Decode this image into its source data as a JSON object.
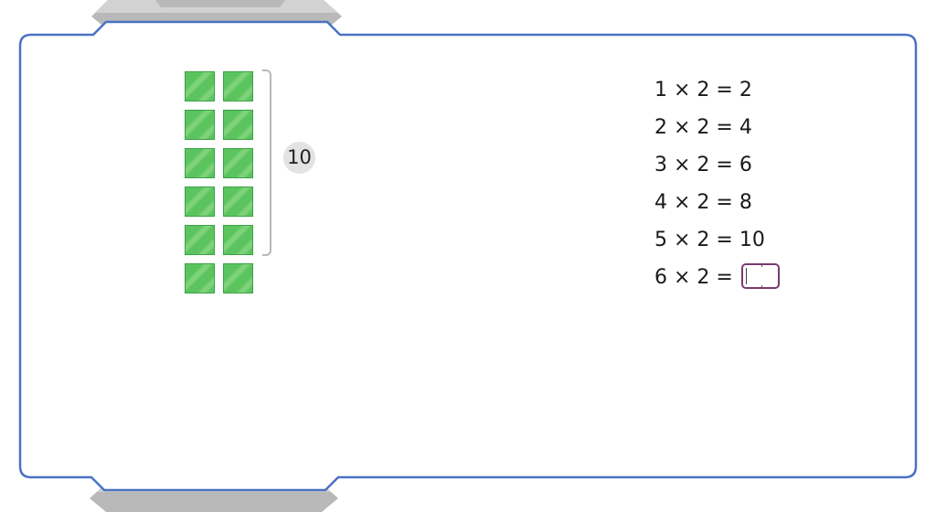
{
  "blocks": {
    "rows": 6,
    "columns": 2,
    "color": "#5cc45f"
  },
  "bracket_count": "10",
  "equations": [
    "1 × 2 = 2",
    "2 × 2 = 4",
    "3 × 2 = 6",
    "4 × 2 = 8",
    "5 × 2 = 10"
  ],
  "prompt_equation": "6 × 2 =",
  "answer_input": {
    "value": ""
  },
  "colors": {
    "frame_border": "#4a72c4",
    "tab": "#b5b5b5",
    "answer_border": "#7b3a6e"
  }
}
